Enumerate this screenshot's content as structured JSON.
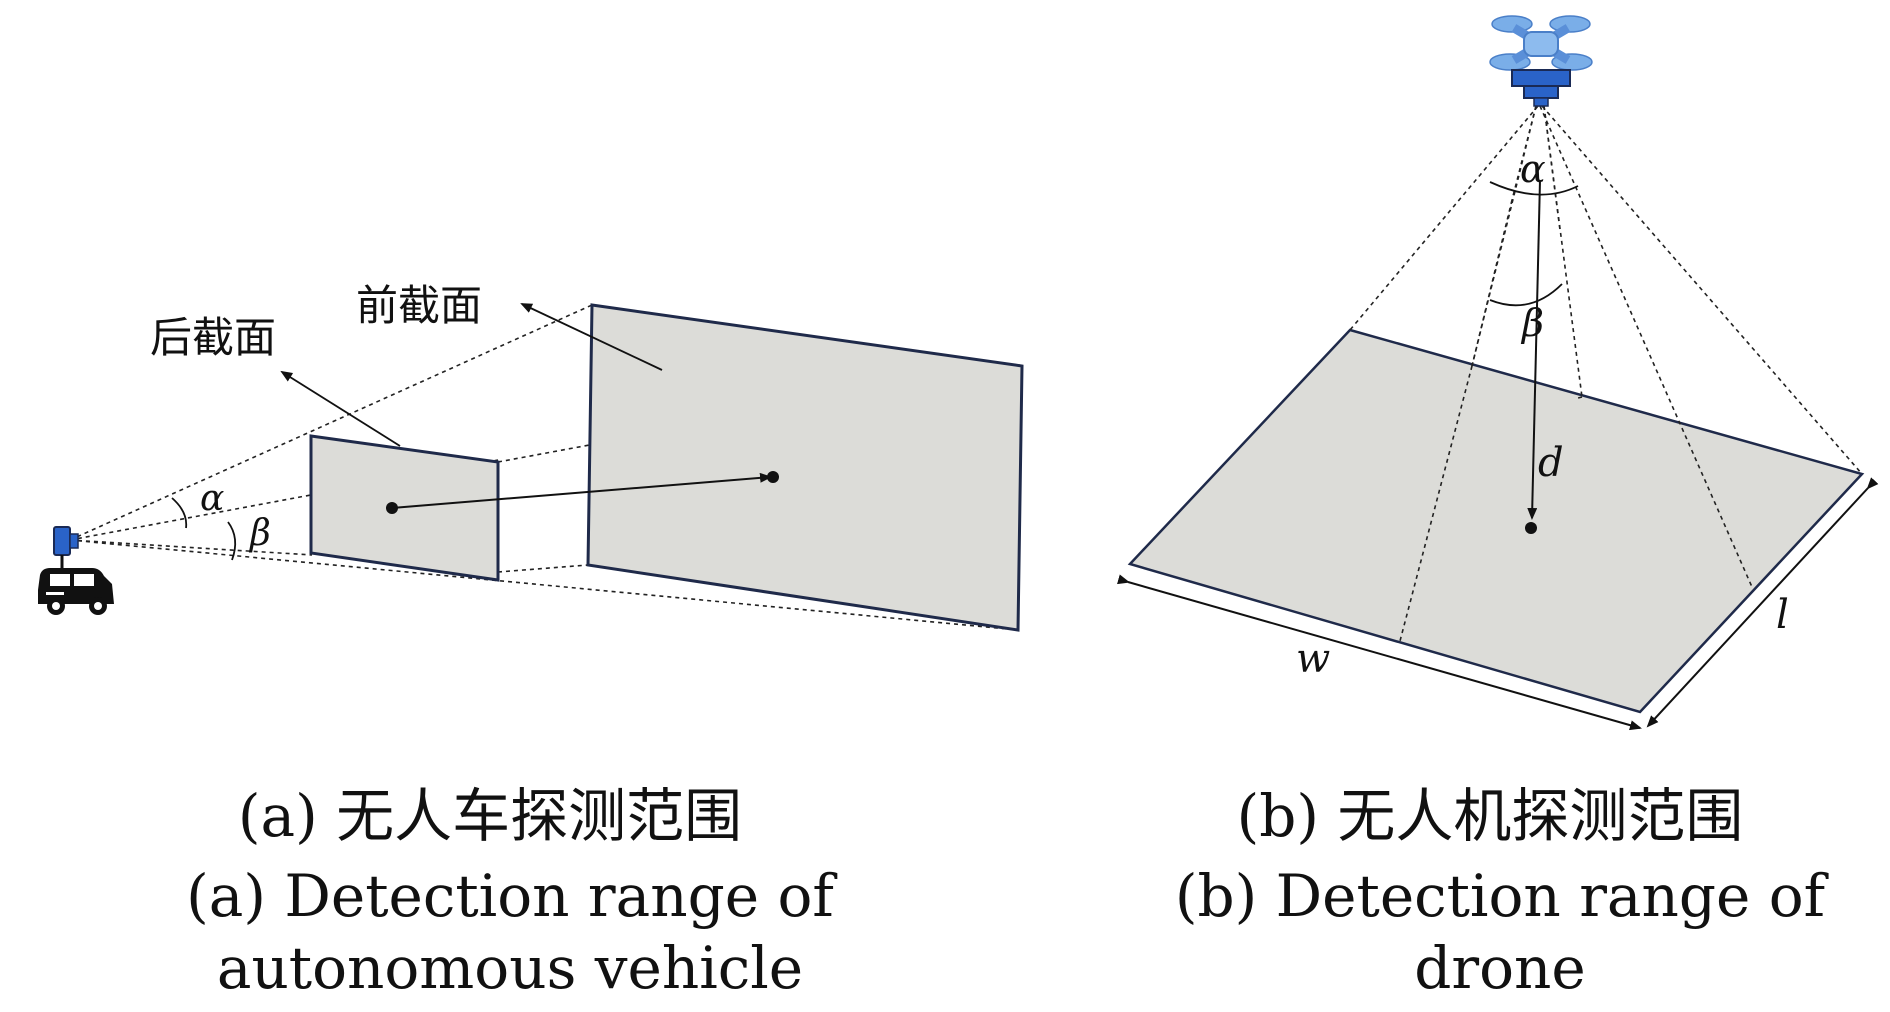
{
  "panel_a": {
    "label_back_plane": "后截面",
    "label_front_plane": "前截面",
    "label_alpha": "α",
    "label_beta": "β",
    "caption_cn": "(a) 无人车探测范围",
    "caption_en_line1": "(a) Detection range of",
    "caption_en_line2": "autonomous vehicle"
  },
  "panel_b": {
    "label_alpha": "α",
    "label_beta": "β",
    "label_d": "d",
    "label_w": "w",
    "label_l": "l",
    "caption_cn": "(b) 无人机探测范围",
    "caption_en_line1": "(b) Detection range of",
    "caption_en_line2": "drone"
  },
  "colors": {
    "plane_fill": "#dcdcd8",
    "plane_stroke": "#1f2a4a",
    "camera_blue": "#2a63c8",
    "drone_blue": "#7aaee8",
    "line": "#111111"
  },
  "icons": {
    "vehicle": "car-with-camera-icon",
    "drone": "drone-icon"
  }
}
